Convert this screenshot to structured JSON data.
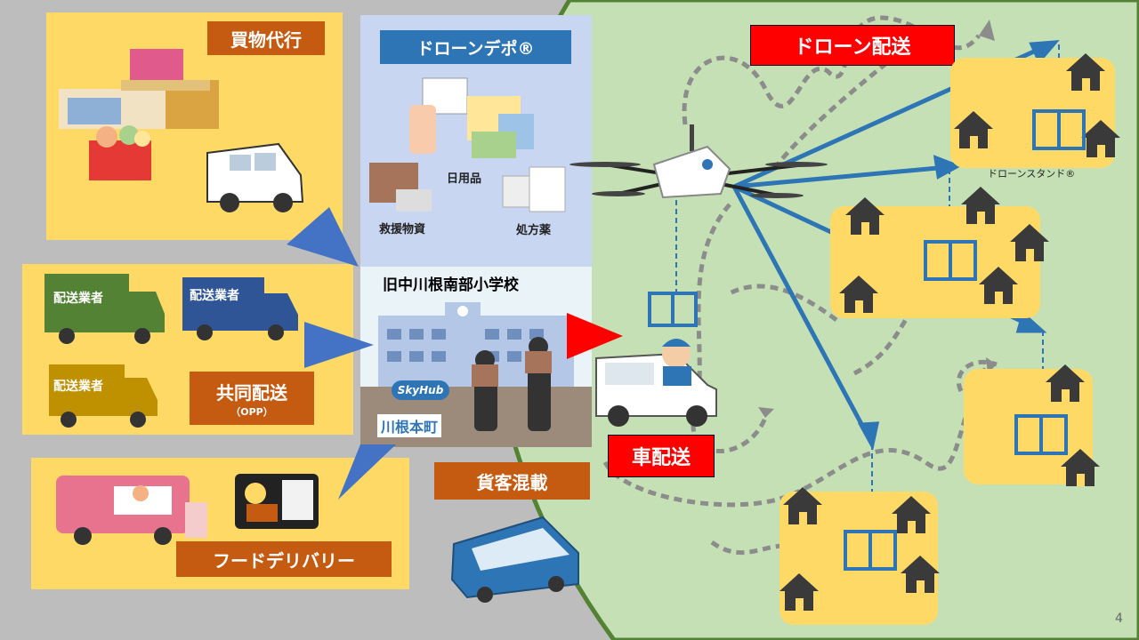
{
  "shopping": {
    "label": "買物代行"
  },
  "depot": {
    "title": "ドローンデポ®",
    "items": {
      "daily": "日用品",
      "relief": "救援物資",
      "medicine": "処方薬"
    },
    "school": "旧中川根南部小学校",
    "skyhub_logo": "SkyHub",
    "town": "川根本町"
  },
  "shared_delivery": {
    "label": "共同配送",
    "sub": "（OPP）",
    "truck_label": "配送業者"
  },
  "food": {
    "label": "フードデリバリー"
  },
  "mixed": {
    "label": "貨客混載"
  },
  "car": {
    "label": "車配送"
  },
  "drone": {
    "label": "ドローン配送"
  },
  "stand": {
    "label": "ドローンスタンド®"
  },
  "page_number": "4",
  "colors": {
    "yellow": "#ffd966",
    "orange": "#c55a11",
    "red": "#ff0000",
    "blue": "#2e75b6",
    "green_area": "#c5e0b4",
    "green_border": "#548235",
    "arrow_blue": "#4472c4"
  }
}
